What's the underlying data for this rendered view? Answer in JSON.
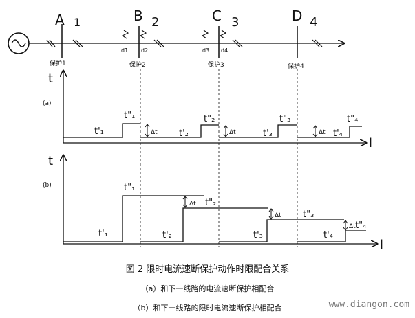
{
  "line": {
    "stations": [
      {
        "letter": "A",
        "num": "1",
        "label": "保护1"
      },
      {
        "letter": "B",
        "num": "2",
        "label": "保护2"
      },
      {
        "letter": "C",
        "num": "3",
        "label": "保护3"
      },
      {
        "letter": "D",
        "num": "4",
        "label": "保护4"
      }
    ],
    "faults": [
      "d1",
      "d2",
      "d3",
      "d4"
    ]
  },
  "plot_a": {
    "tag": "(a)",
    "y_axis": "t",
    "x_axis": "l",
    "levels": [
      "t'₁",
      "t'₂",
      "t'₃",
      "t'₄"
    ],
    "high_labels": [
      "t\"₁",
      "t\"₂",
      "t\"₃",
      "t\"₄"
    ],
    "delta": "Δt"
  },
  "plot_b": {
    "tag": "(b)",
    "y_axis": "t",
    "x_axis": "l",
    "levels": [
      "t'₁",
      "t'₂",
      "t'₃",
      "t'₄"
    ],
    "high_labels": [
      "t\"₁",
      "t\"₂",
      "t\"₃",
      "t\"₄"
    ],
    "delta": "Δt"
  },
  "captions": {
    "title": "图 2    限时电流速断保护动作时限配合关系",
    "a": "（a）和下一线路的电流速断保护相配合",
    "b": "（b）和下一线路的限时电流速断保护相配合"
  },
  "watermark": "www.diangon.com"
}
